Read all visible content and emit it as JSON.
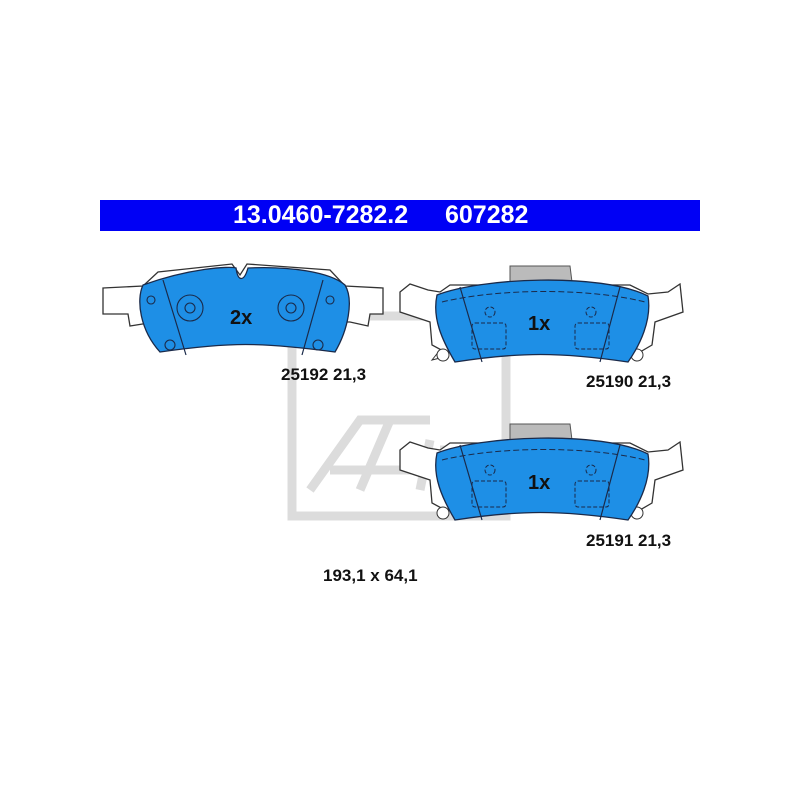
{
  "header": {
    "part_number": "13.0460-7282.2",
    "article_number": "607282",
    "background_color": "#0000f5"
  },
  "pads": [
    {
      "quantity": "2x",
      "label": "25192 21,3"
    },
    {
      "quantity": "1x",
      "label": "25190 21,3"
    },
    {
      "quantity": "1x",
      "label": "25191 21,3"
    }
  ],
  "dimensions": "193,1 x 64,1",
  "colors": {
    "friction_material": "#1e8fe6",
    "outline": "#1a2a4a",
    "watermark": "#d8d8d8"
  },
  "watermark": "ATE"
}
